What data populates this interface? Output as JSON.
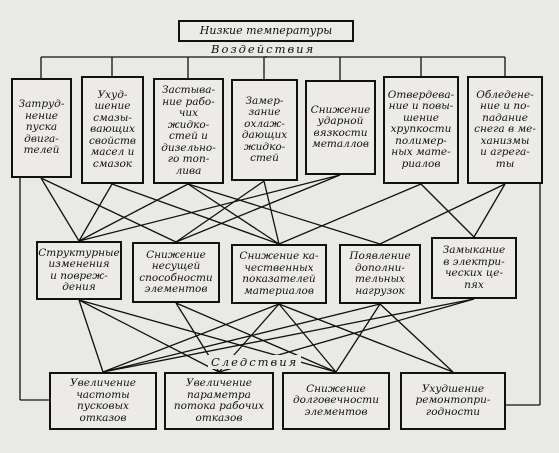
{
  "top_title": "Низкие температуры",
  "effects_label": "Воздействия",
  "consequences_label": "Следствия",
  "effects": [
    "Затруд-\nнение\nпуска\nдвига-\nтелей",
    "Ухуд-\nшение\nсмазы-\nвающих\nсвойств\nмасел и\nсмазок",
    "Застыва-\nние рабо-\nчих жидко-\nстей и\nдизельно-\nго топ-\nлива",
    "Замер-\nзание\nохлаж-\nдающих\nжидко-\nстей",
    "Снижение\nударной\nвязкости\nметаллов",
    "Отвердева-\nние и повы-\nшение\nхрупкости\nполимер-\nных мате-\nриалов",
    "Обледене-\nние и по-\nпадание\nснега в ме-\nханизмы\nи агрега-\nты"
  ],
  "middle": [
    "Структурные\nизменения\nи повреж-\nдения",
    "Снижение\nнесущей\nспособности\nэлементов",
    "Снижение ка-\nчественных\nпоказателей\nматериалов",
    "Появление\nдополни-\nтельных\nнагрузок",
    "Замыкание\nв электри-\nческих це-\nпях"
  ],
  "results": [
    "Увеличение\nчастоты\nпусковых\nотказов",
    "Увеличение\nпараметра\nпотока рабочих\nотказов",
    "Снижение\nдолговечности\nэлементов",
    "Ухудшение\nремонтопри-\nгодности"
  ]
}
